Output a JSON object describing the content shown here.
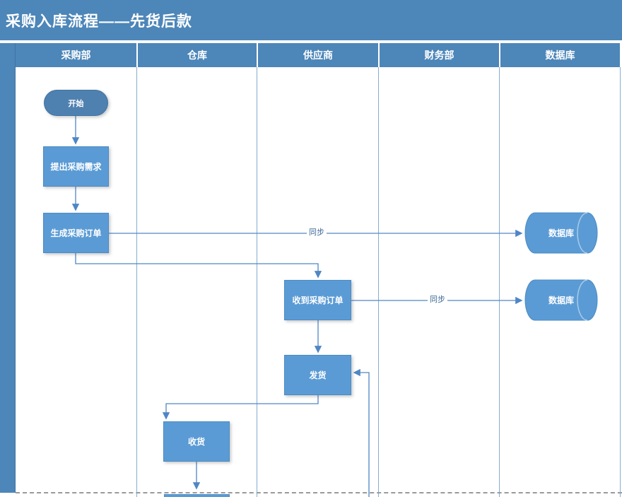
{
  "title": "采购入库流程——先货后款",
  "lanes": [
    {
      "label": "采购部"
    },
    {
      "label": "仓库"
    },
    {
      "label": "供应商"
    },
    {
      "label": "财务部"
    },
    {
      "label": "数据库"
    }
  ],
  "nodes": {
    "start": "开始",
    "raise_request": "提出采购需求",
    "generate_order": "生成采购订单",
    "receive_order": "收到采购订单",
    "ship": "发货",
    "receive_goods": "收货",
    "database_1": "数据库",
    "database_2": "数据库"
  },
  "edge_labels": {
    "sync_1": "同步",
    "sync_2": "同步"
  },
  "colors": {
    "band_blue": "#4d86b8",
    "shape_fill": "#5b9bd5",
    "start_fill": "#4f81b0",
    "connector_blue": "#4f86c5",
    "lane_divider": "#85aed2",
    "page_break_gray": "#9a9a9a"
  }
}
